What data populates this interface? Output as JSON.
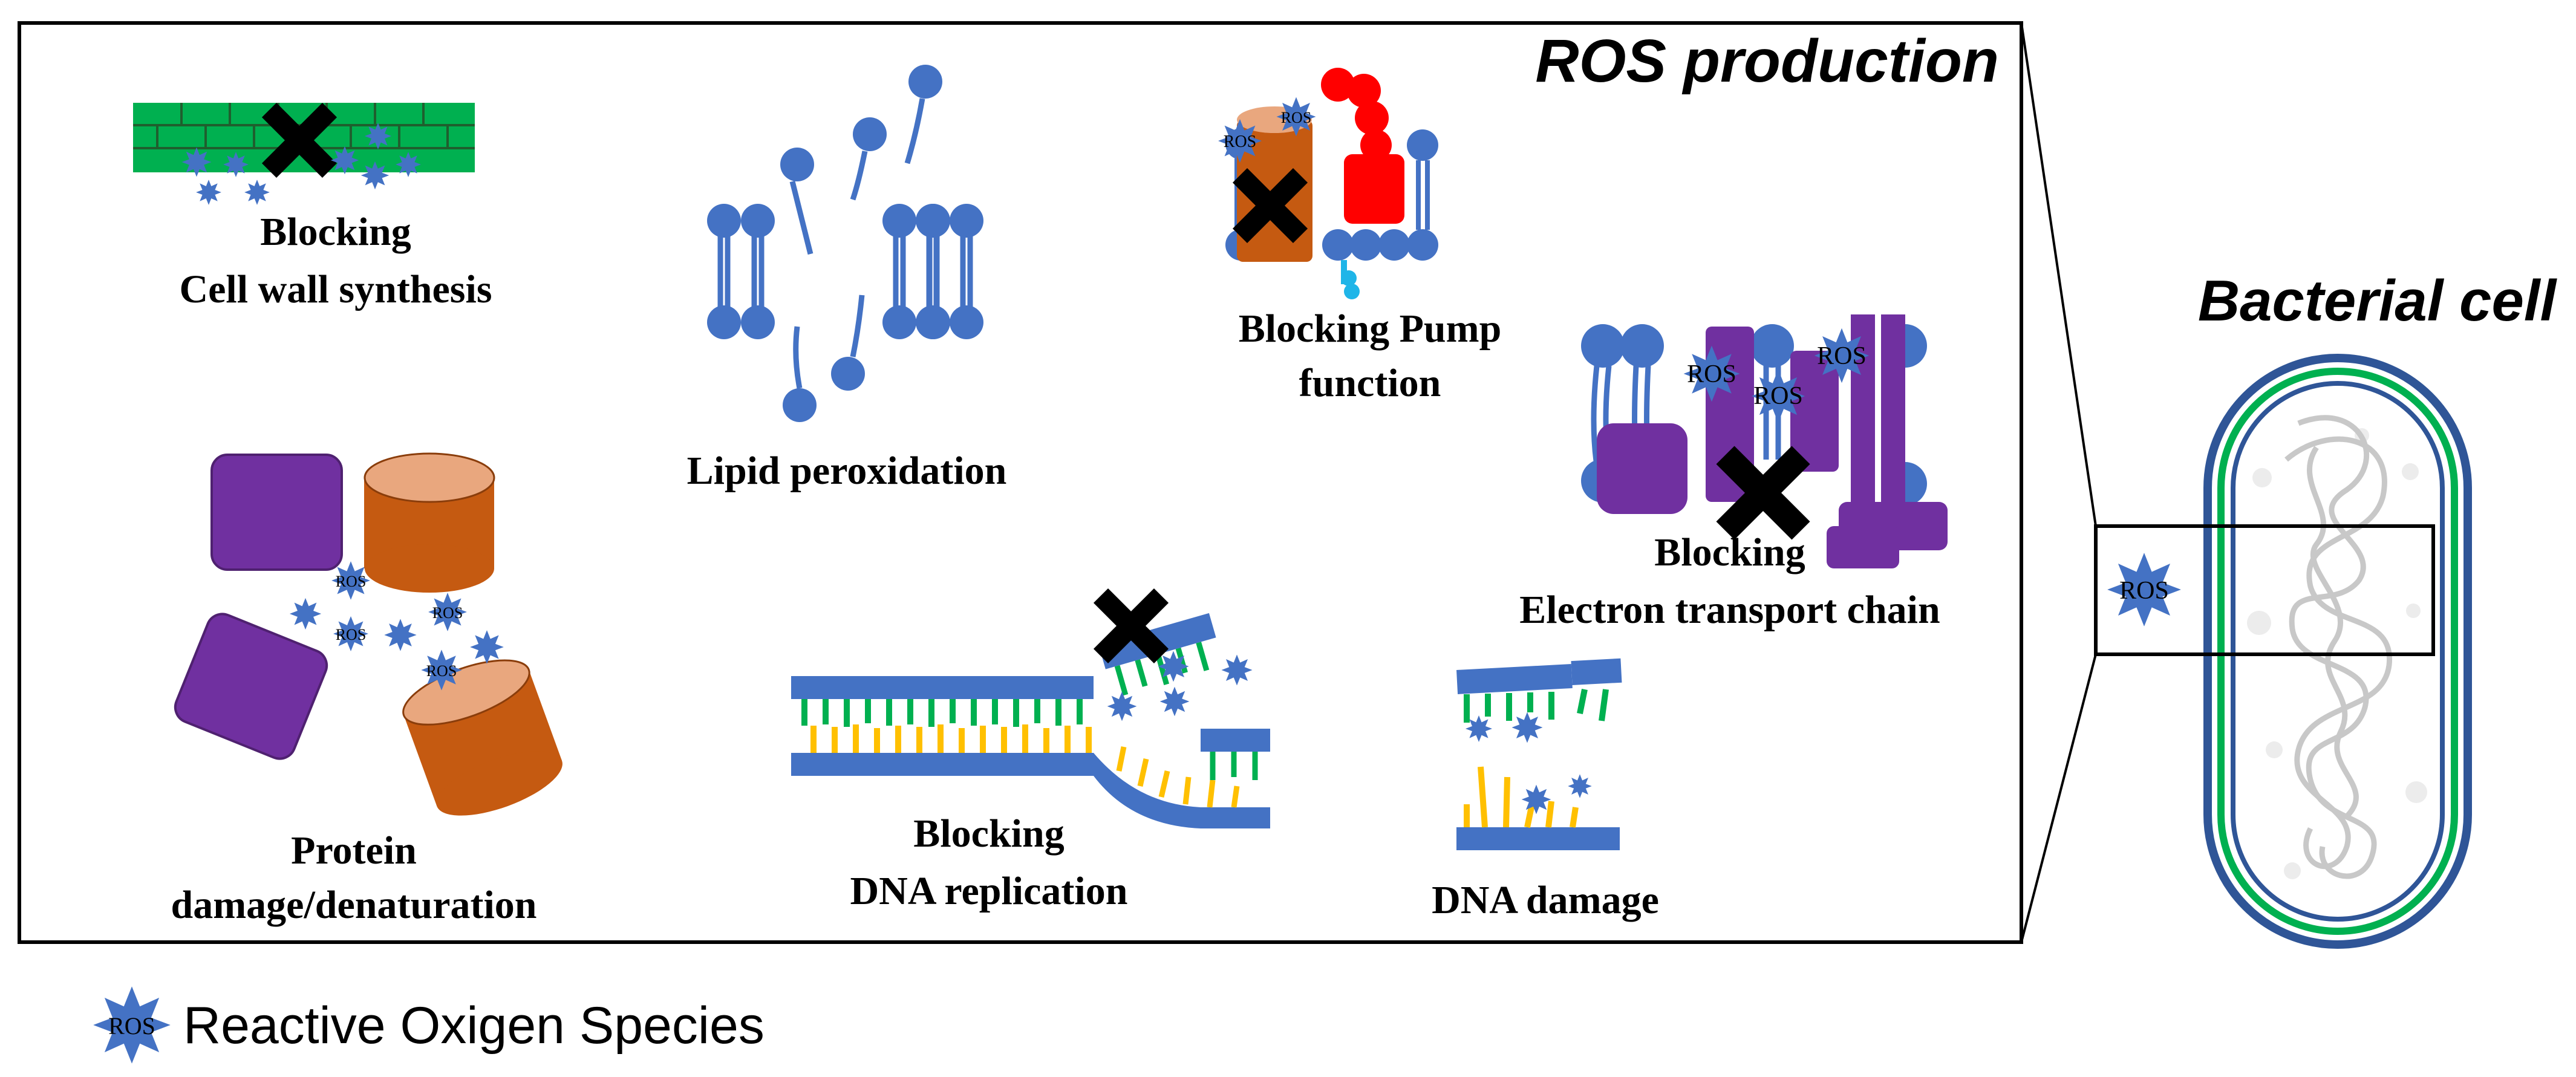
{
  "panel_title": "ROS production",
  "cell_title": "Bacterial cell",
  "labels": {
    "cell_wall_1": "Blocking",
    "cell_wall_2": "Cell wall synthesis",
    "lipid": "Lipid peroxidation",
    "pump_1": "Blocking Pump",
    "pump_2": "function",
    "etc_1": "Blocking",
    "etc_2": "Electron transport chain",
    "protein_1": "Protein",
    "protein_2": "damage/denaturation",
    "dna_rep_1": "Blocking",
    "dna_rep_2": "DNA replication",
    "dna_damage": "DNA damage"
  },
  "ros_mark": "ROS",
  "legend": "Reactive Oxigen Species",
  "colors": {
    "membrane_blue": "#4472c4",
    "cell_wall_green": "#00b050",
    "protein_purple": "#7030a0",
    "barrel_orange": "#c55a11",
    "barrel_top": "#e9a77e",
    "pump_red": "#ff0000",
    "dna_green": "#00b050",
    "dna_yellow": "#ffc000",
    "block_x": "#000000",
    "cell_outline_blue": "#2f5597",
    "chromosome_gray": "#c8c8c8"
  }
}
